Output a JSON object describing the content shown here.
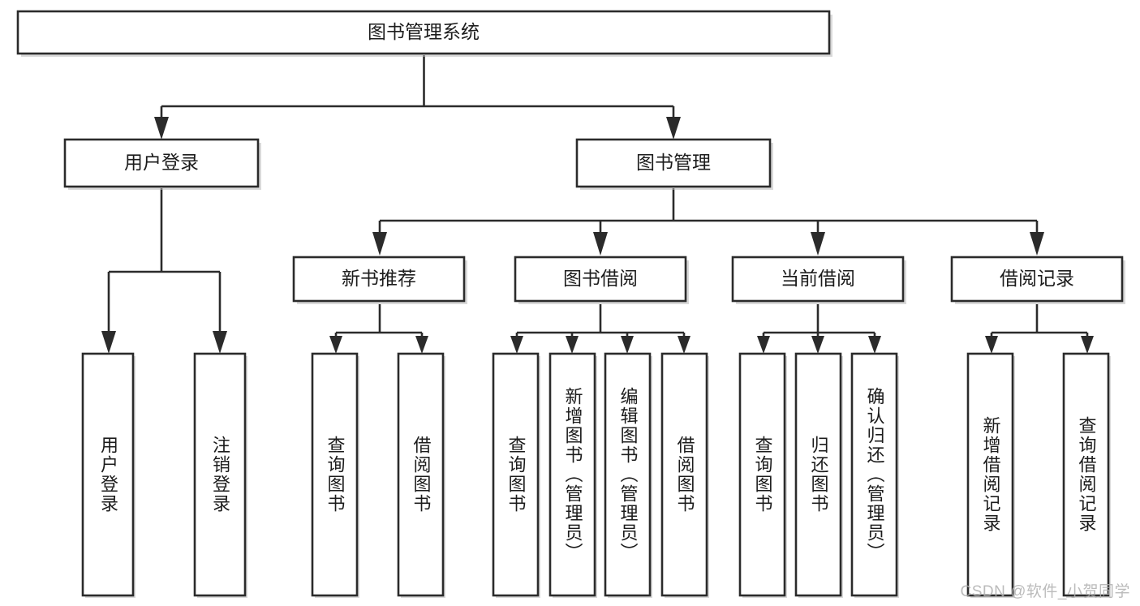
{
  "diagram": {
    "type": "tree",
    "title": "图书管理系统",
    "orientation": "top-down",
    "colors": {
      "node_fill": "#ffffff",
      "node_stroke": "#2b2b2b",
      "connector": "#2b2b2b",
      "text": "#1c1c1c",
      "background": "#ffffff",
      "watermark": "#b0b0b0"
    },
    "root": {
      "id": "root",
      "label": "图书管理系统"
    },
    "level1": [
      {
        "id": "login",
        "label": "用户登录"
      },
      {
        "id": "bookmgmt",
        "label": "图书管理"
      }
    ],
    "level2": [
      {
        "id": "newbook",
        "label": "新书推荐",
        "parent": "bookmgmt"
      },
      {
        "id": "borrow",
        "label": "图书借阅",
        "parent": "bookmgmt"
      },
      {
        "id": "current",
        "label": "当前借阅",
        "parent": "bookmgmt"
      },
      {
        "id": "records",
        "label": "借阅记录",
        "parent": "bookmgmt"
      }
    ],
    "leaves": [
      {
        "id": "leaf-user-login",
        "label": "用户登录",
        "parent": "login"
      },
      {
        "id": "leaf-user-logout",
        "label": "注销登录",
        "parent": "login"
      },
      {
        "id": "leaf-query-book-new",
        "label": "查询图书",
        "parent": "newbook"
      },
      {
        "id": "leaf-borrow-book-new",
        "label": "借阅图书",
        "parent": "newbook"
      },
      {
        "id": "leaf-query-book-borrow",
        "label": "查询图书",
        "parent": "borrow"
      },
      {
        "id": "leaf-add-book",
        "label": "新增图书（管理员）",
        "parent": "borrow"
      },
      {
        "id": "leaf-edit-book",
        "label": "编辑图书（管理员）",
        "parent": "borrow"
      },
      {
        "id": "leaf-borrow-book",
        "label": "借阅图书",
        "parent": "borrow"
      },
      {
        "id": "leaf-query-book-current",
        "label": "查询图书",
        "parent": "current"
      },
      {
        "id": "leaf-return-book",
        "label": "归还图书",
        "parent": "current"
      },
      {
        "id": "leaf-confirm-return",
        "label": "确认归还（管理员）",
        "parent": "current"
      },
      {
        "id": "leaf-add-record",
        "label": "新增借阅记录",
        "parent": "records"
      },
      {
        "id": "leaf-query-record",
        "label": "查询借阅记录",
        "parent": "records"
      }
    ]
  },
  "watermark": {
    "text": "CSDN @软件_小贺同学"
  }
}
